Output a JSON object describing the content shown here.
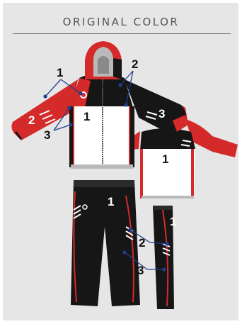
{
  "header": {
    "title": "ORIGINAL COLOR"
  },
  "labels": {
    "jacket_front": {
      "l1": "1",
      "l2_left": "2",
      "l3_left": "3",
      "l1_body": "1",
      "l2_right": "2",
      "l3_sleeve": "3"
    },
    "jacket_back": {
      "l1": "1"
    },
    "pants_front": {
      "l1": "1"
    },
    "pants_side": {
      "l1": "1",
      "l2": "2",
      "l3": "3"
    }
  },
  "colors": {
    "background_panel": "#e6e6e6",
    "red": "#d42a2a",
    "black": "#161616",
    "white": "#ffffff",
    "grey": "#b9b9b9",
    "callout_line": "#1f3f8f",
    "label_black": "#111111",
    "label_white": "#ffffff"
  }
}
